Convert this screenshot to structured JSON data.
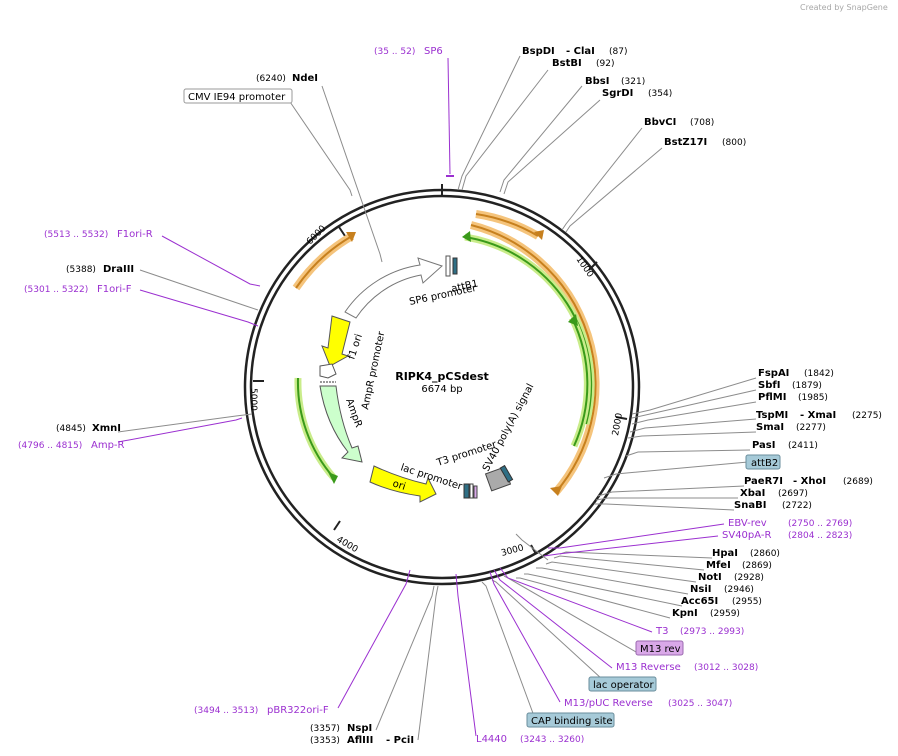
{
  "watermark": "Created by SnapGene",
  "plasmid": {
    "name": "RIPK4_pCSdest",
    "size": "6674 bp",
    "length": 6674
  },
  "ticks": [
    "1000",
    "2000",
    "3000",
    "4000",
    "5000",
    "6000"
  ],
  "enzymes": [
    {
      "name": "BspDI",
      "pos": "(87)",
      "alt": "ClaI"
    },
    {
      "name": "BstBI",
      "pos": "(92)"
    },
    {
      "name": "BbsI",
      "pos": "(321)"
    },
    {
      "name": "SgrDI",
      "pos": "(354)"
    },
    {
      "name": "BbvCI",
      "pos": "(708)"
    },
    {
      "name": "BstZ17I",
      "pos": "(800)"
    },
    {
      "name": "FspAI",
      "pos": "(1842)"
    },
    {
      "name": "SbfI",
      "pos": "(1879)"
    },
    {
      "name": "PflMI",
      "pos": "(1985)"
    },
    {
      "name": "TspMI",
      "pos": "(2275)",
      "alt": "XmaI"
    },
    {
      "name": "SmaI",
      "pos": "(2277)"
    },
    {
      "name": "PasI",
      "pos": "(2411)"
    },
    {
      "name": "PaeR7I",
      "pos": "(2689)",
      "alt": "XhoI"
    },
    {
      "name": "XbaI",
      "pos": "(2697)"
    },
    {
      "name": "SnaBI",
      "pos": "(2722)"
    },
    {
      "name": "HpaI",
      "pos": "(2860)"
    },
    {
      "name": "MfeI",
      "pos": "(2869)"
    },
    {
      "name": "NotI",
      "pos": "(2928)"
    },
    {
      "name": "NsiI",
      "pos": "(2946)"
    },
    {
      "name": "Acc65I",
      "pos": "(2955)"
    },
    {
      "name": "KpnI",
      "pos": "(2959)"
    },
    {
      "name": "NspI",
      "pos": "(3357)"
    },
    {
      "name": "AflIII",
      "pos": "(3353)",
      "alt": "PciI"
    },
    {
      "name": "XmnI",
      "pos": "(4845)"
    },
    {
      "name": "DraIII",
      "pos": "(5388)"
    },
    {
      "name": "NdeI",
      "pos": "(6240)"
    }
  ],
  "primers": [
    {
      "name": "SP6",
      "pos": "(35 .. 52)"
    },
    {
      "name": "EBV-rev",
      "pos": "(2750 .. 2769)"
    },
    {
      "name": "SV40pA-R",
      "pos": "(2804 .. 2823)"
    },
    {
      "name": "T3",
      "pos": "(2973 .. 2993)"
    },
    {
      "name": "M13 Reverse",
      "pos": "(3012 .. 3028)"
    },
    {
      "name": "M13/pUC Reverse",
      "pos": "(3025 .. 3047)"
    },
    {
      "name": "L4440",
      "pos": "(3243 .. 3260)"
    },
    {
      "name": "pBR322ori-F",
      "pos": "(3494 .. 3513)"
    },
    {
      "name": "Amp-R",
      "pos": "(4796 .. 4815)"
    },
    {
      "name": "F1ori-F",
      "pos": "(5301 .. 5322)"
    },
    {
      "name": "F1ori-R",
      "pos": "(5513 .. 5532)"
    }
  ],
  "boxed": [
    {
      "name": "CMV IE94 promoter"
    },
    {
      "name": "attB2"
    },
    {
      "name": "M13 rev"
    },
    {
      "name": "lac operator"
    },
    {
      "name": "CAP binding site"
    }
  ],
  "features": [
    {
      "name": "attB1"
    },
    {
      "name": "SP6 promoter"
    },
    {
      "name": "f1 ori"
    },
    {
      "name": "AmpR promoter"
    },
    {
      "name": "AmpR"
    },
    {
      "name": "ori"
    },
    {
      "name": "lac promoter"
    },
    {
      "name": "T3 promoter"
    },
    {
      "name": "SV40 poly(A) signal"
    }
  ],
  "colors": {
    "backbone": "#222222",
    "enzyme_line": "#8c8c8c",
    "primer": "#9b30d0",
    "orf_green": "#3a9a1a",
    "orf_orange": "#c7801e",
    "ori_yellow": "#ffff00",
    "ampr_green": "#ccffcc",
    "boxed_blue": "#a6cad8",
    "boxed_purple": "#d9a8e8"
  }
}
